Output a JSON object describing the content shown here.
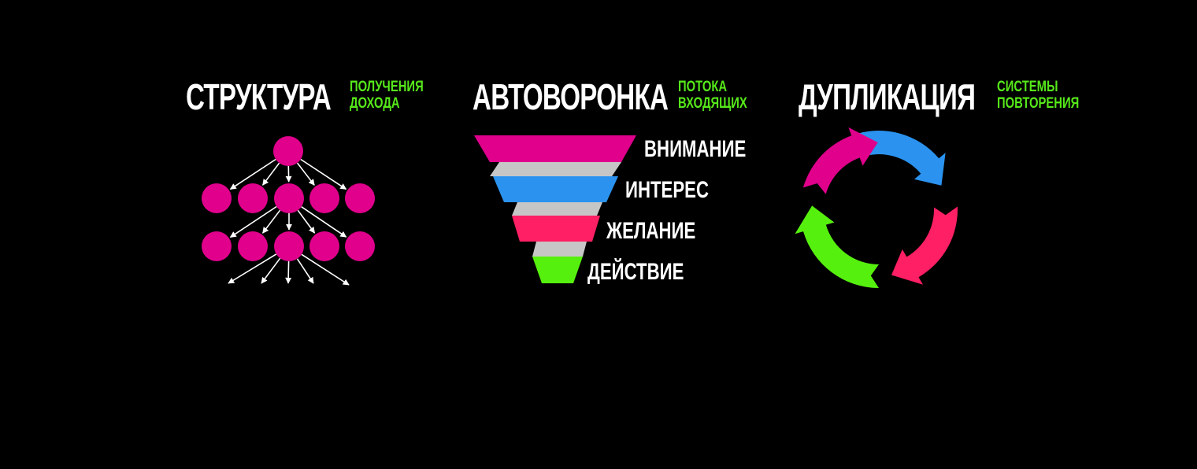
{
  "blocks": {
    "structure": {
      "title": "СТРУКТУРА",
      "subtitle": [
        "ПОЛУЧЕНИЯ",
        "ДОХОДА"
      ]
    },
    "autofunnel": {
      "title": "АВТОВОРОНКА",
      "subtitle": [
        "ПОТОКА",
        "ВХОДЯЩИХ"
      ],
      "stages": [
        {
          "label": "ВНИМАНИЕ",
          "color": "#e0008c"
        },
        {
          "label": "ИНТЕРЕС",
          "color": "#2b93ef"
        },
        {
          "label": "ЖЕЛАНИЕ",
          "color": "#ff1f64"
        },
        {
          "label": "ДЕЙСТВИЕ",
          "color": "#56f00f"
        }
      ],
      "connector_color": "#c6c6c6"
    },
    "duplication": {
      "title": "ДУПЛИКАЦИЯ",
      "subtitle": [
        "СИСТЕМЫ",
        "ПОВТОРЕНИЯ"
      ],
      "arrow_colors": [
        "#2b93ef",
        "#ff1f64",
        "#56f00f",
        "#e0008c"
      ]
    }
  },
  "colors": {
    "background": "#000000",
    "title": "#ffffff",
    "subtitle": "#56e81a",
    "node": "#e0008c",
    "arrow": "#ffffff"
  },
  "icons": {
    "structure": "network-tree-icon",
    "autofunnel": "sales-funnel-icon",
    "duplication": "cycle-arrows-icon"
  }
}
